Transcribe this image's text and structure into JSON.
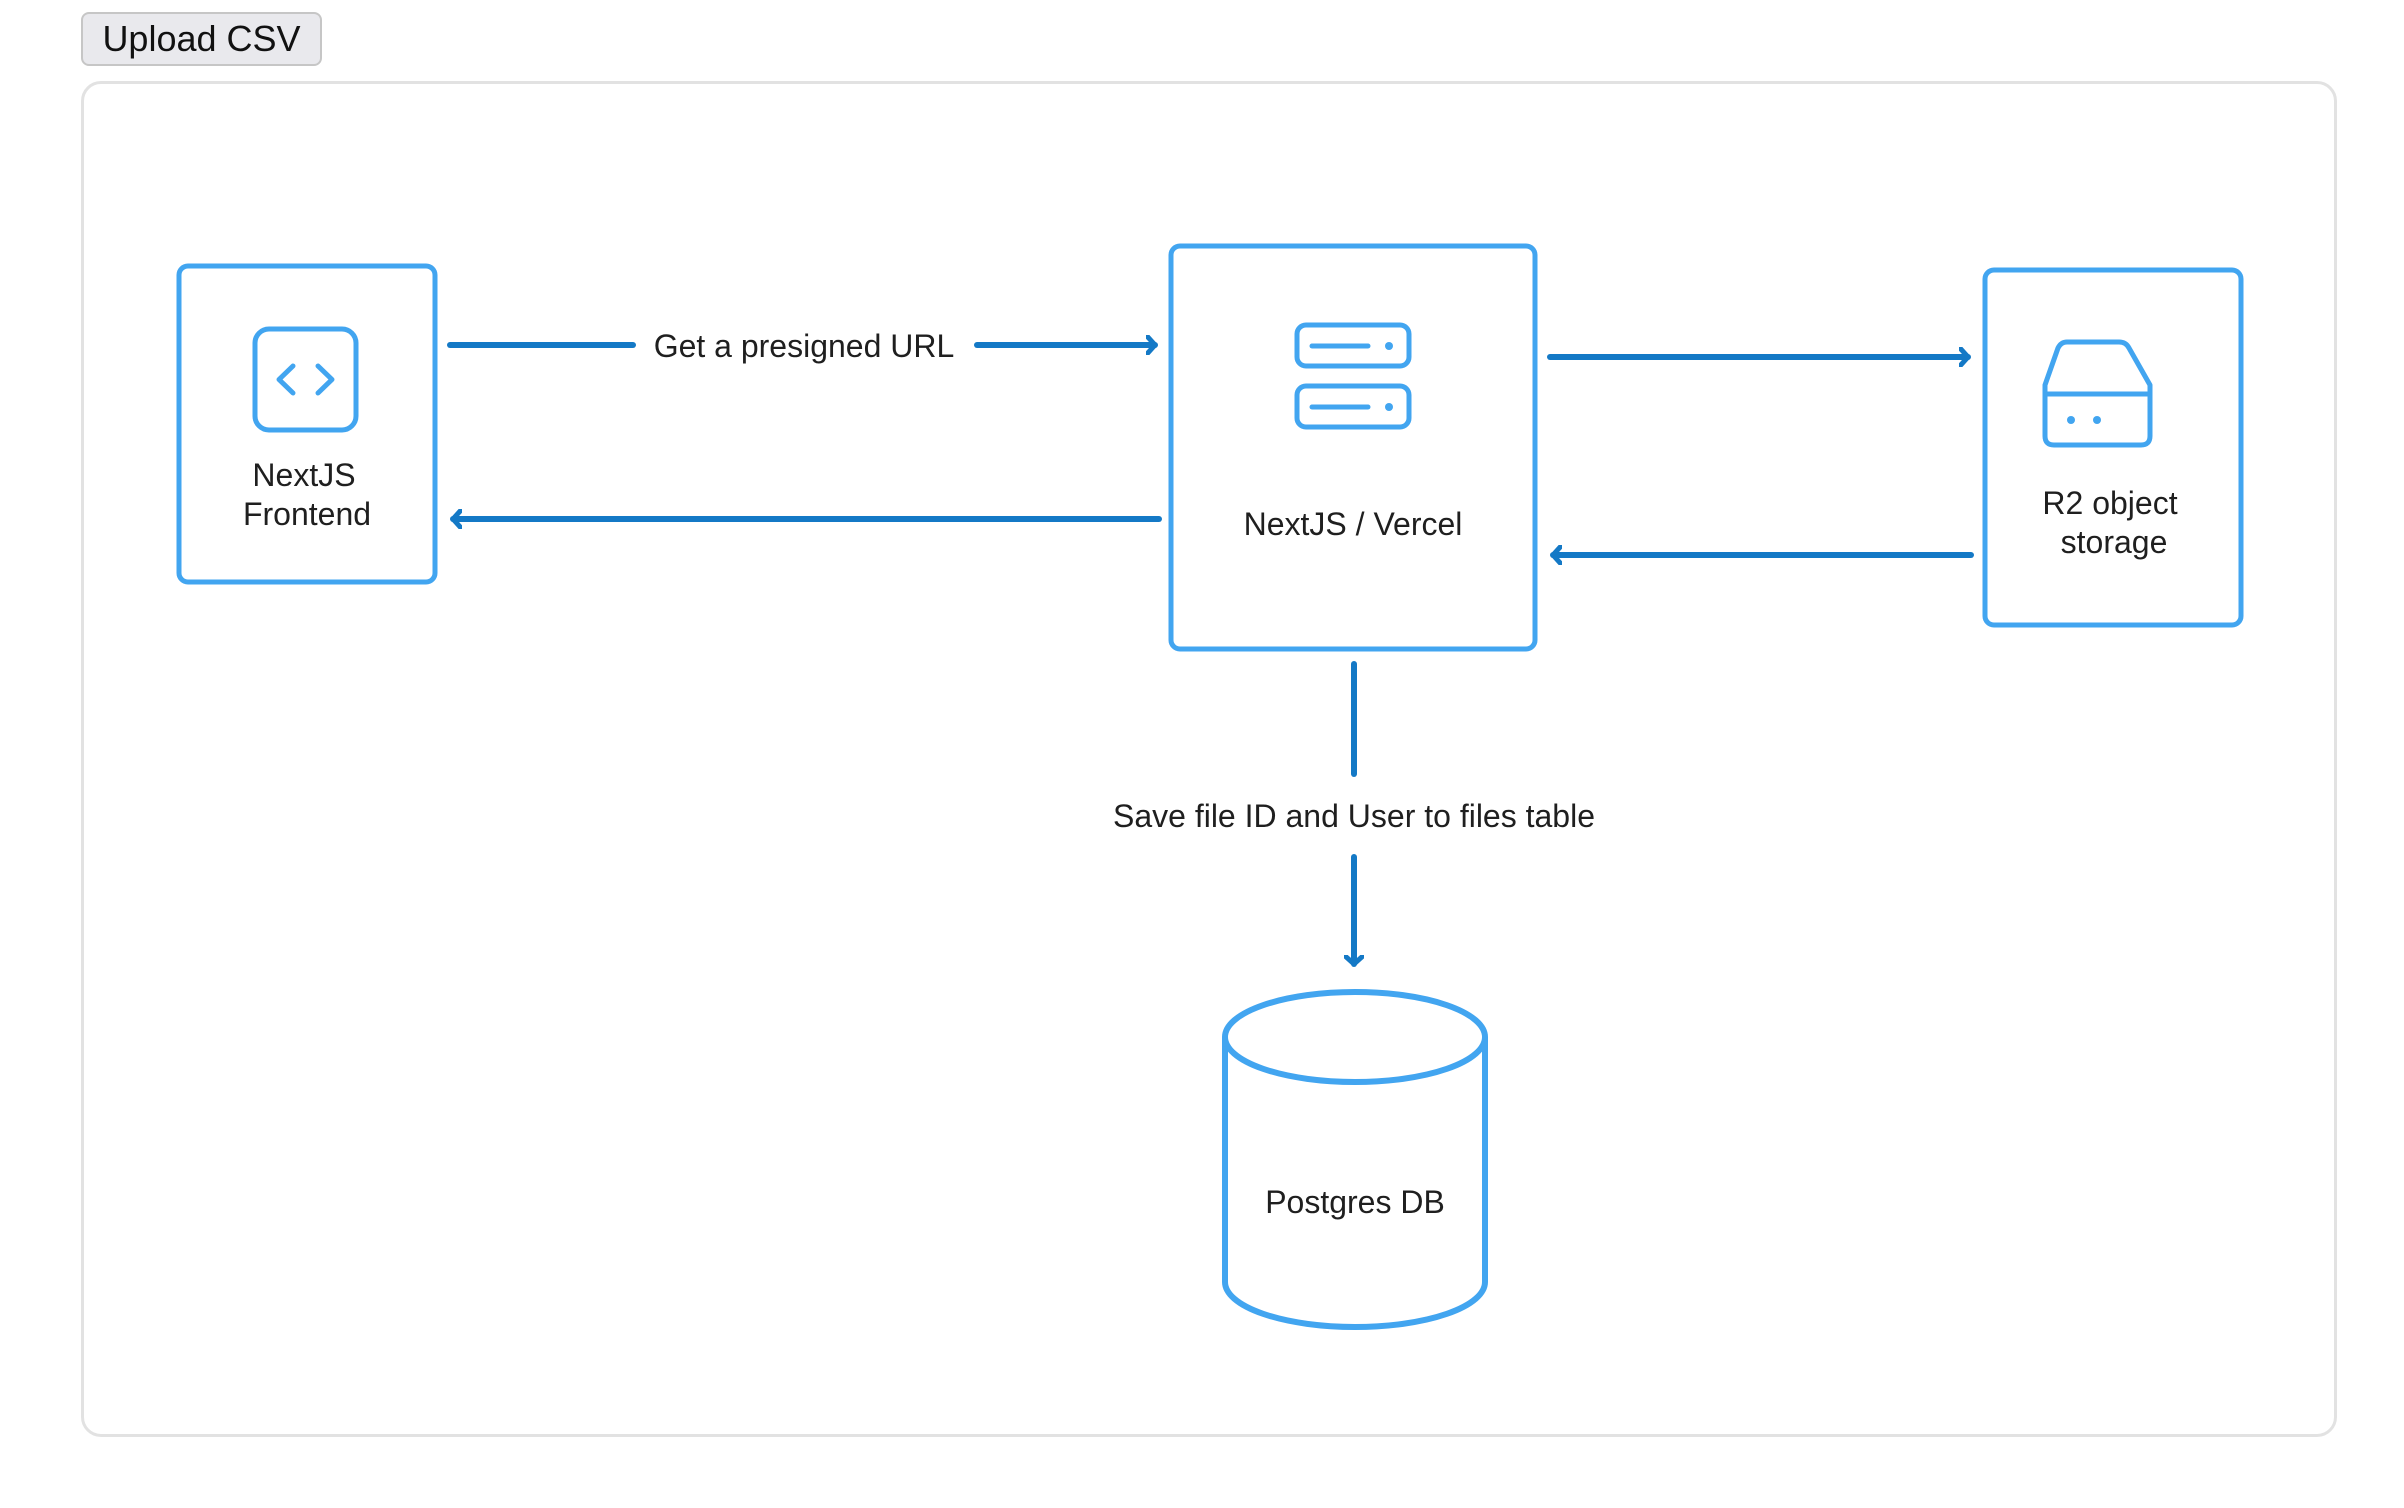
{
  "toolbar": {
    "upload_label": "Upload CSV"
  },
  "diagram": {
    "nodes": {
      "frontend": {
        "line1": "NextJS",
        "line2": "Frontend",
        "icon": "code-brackets-icon"
      },
      "server": {
        "label": "NextJS / Vercel",
        "icon": "server-icon"
      },
      "storage": {
        "line1": "R2 object",
        "line2": "storage",
        "icon": "storage-drive-icon"
      },
      "database": {
        "label": "Postgres DB",
        "icon": "database-cylinder-icon"
      }
    },
    "edges": {
      "presign_request": "Get a presigned URL",
      "save_record": "Save file ID and User to files table"
    }
  },
  "colors": {
    "node_stroke": "#42a5f0",
    "arrow": "#1479c6",
    "text": "#1f1f1f",
    "button_bg": "#e9e9ed",
    "frame_border": "#e2e2e2"
  }
}
